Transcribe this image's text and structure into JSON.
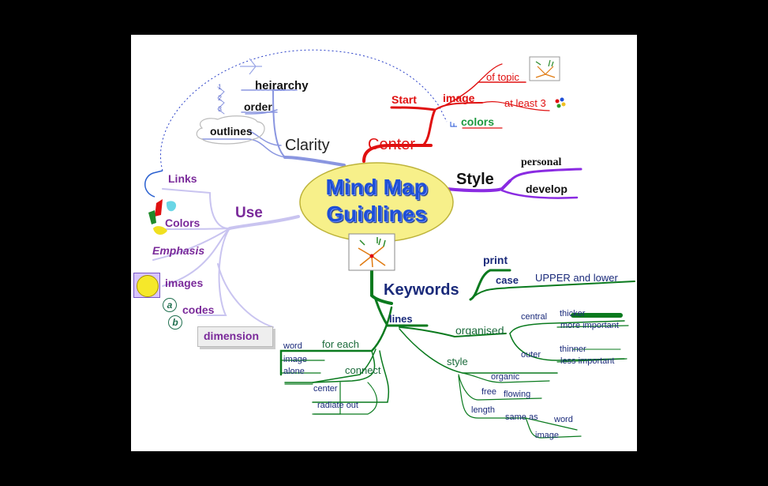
{
  "center": {
    "line1": "Mind Map",
    "line2": "Guidlines"
  },
  "clarity": {
    "title": "Clarity",
    "heirarchy": "heirarchy",
    "order": "order",
    "outlines": "outlines",
    "nums": [
      "1",
      "2",
      "3"
    ]
  },
  "center_branch": {
    "title": "Center",
    "start": "Start",
    "image": "image",
    "of_topic": "of topic",
    "at_least": "at least 3",
    "colors": "colors"
  },
  "style": {
    "title": "Style",
    "personal": "personal",
    "develop": "develop"
  },
  "use": {
    "title": "Use",
    "links": "Links",
    "colors": "Colors",
    "emphasis": "Emphasis",
    "images": "images",
    "codes": "codes",
    "code_a": "a",
    "code_b": "b",
    "dimension": "dimension"
  },
  "keywords": {
    "title": "Keywords",
    "print": "print",
    "case": "case",
    "upper_lower": "UPPER and lower",
    "lines": "lines",
    "organised": "organised",
    "central": "central",
    "thicker": "thicker",
    "more_important": "more important",
    "outer": "outer",
    "thinner": "thinner",
    "less_important": "less important",
    "style": "style",
    "organic": "organic",
    "free": "free",
    "flowing": "flowing",
    "length": "length",
    "same_as": "same as",
    "word": "word",
    "image": "image",
    "for_each": "for each",
    "fe_word": "word",
    "fe_image": "image",
    "fe_alone": "alone",
    "connect": "connect",
    "center": "center",
    "radiate_out": "radiate out"
  },
  "colors": {
    "clarity": "#8a96e0",
    "center": "#e01010",
    "style": "#8a2be2",
    "use": "#c9c4f0",
    "keywords": "#0a7a1e",
    "ellipse": "#f7f08a",
    "title": "#1e4fd6"
  }
}
